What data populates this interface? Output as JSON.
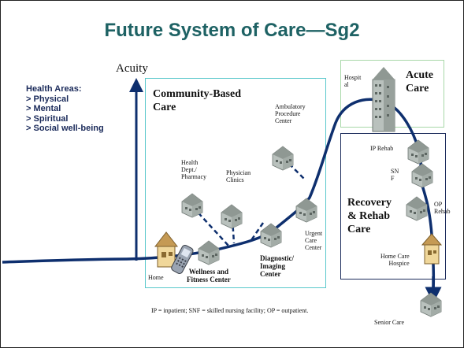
{
  "slide": {
    "title": "Future System of Care—Sg2",
    "acuity_label": "Acuity",
    "health_areas": {
      "heading": "Health Areas:",
      "items": [
        "> Physical",
        "> Mental",
        "> Spiritual",
        "> Social well-being"
      ]
    },
    "community_box": {
      "title_line1": "Community-Based",
      "title_line2": "Care"
    },
    "acute_box": {
      "title_line1": "Acute",
      "title_line2": "Care",
      "hospital_line1": "Hospit",
      "hospital_line2": "al"
    },
    "recovery_box": {
      "title_line1": "Recovery",
      "title_line2": "& Rehab",
      "title_line3": "Care"
    },
    "nodes": {
      "ambulatory": [
        "Ambulatory",
        "Procedure",
        "Center"
      ],
      "health_dept": [
        "Health",
        "Dept./",
        "Pharmacy"
      ],
      "physician": [
        "Physician",
        "Clinics"
      ],
      "urgent": [
        "Urgent",
        "Care",
        "Center"
      ],
      "diagnostic": [
        "Diagnostic/",
        "Imaging",
        "Center"
      ],
      "wellness": [
        "Wellness and",
        "Fitness Center"
      ],
      "home": "Home",
      "ip_rehab": "IP Rehab",
      "snf": [
        "SN",
        "F"
      ],
      "op_rehab": [
        "OP",
        "Rehab"
      ],
      "home_care": [
        "Home Care",
        "Hospice"
      ],
      "senior_care": "Senior Care"
    },
    "footnote": "IP = inpatient; SNF = skilled nursing facility; OP = outpatient.",
    "colors": {
      "title": "#1e6264",
      "community_border": "#5ac8cc",
      "acute_border": "#a8d8a8",
      "recovery_border": "#1a2a5a",
      "path": "#0e2f6e"
    }
  }
}
